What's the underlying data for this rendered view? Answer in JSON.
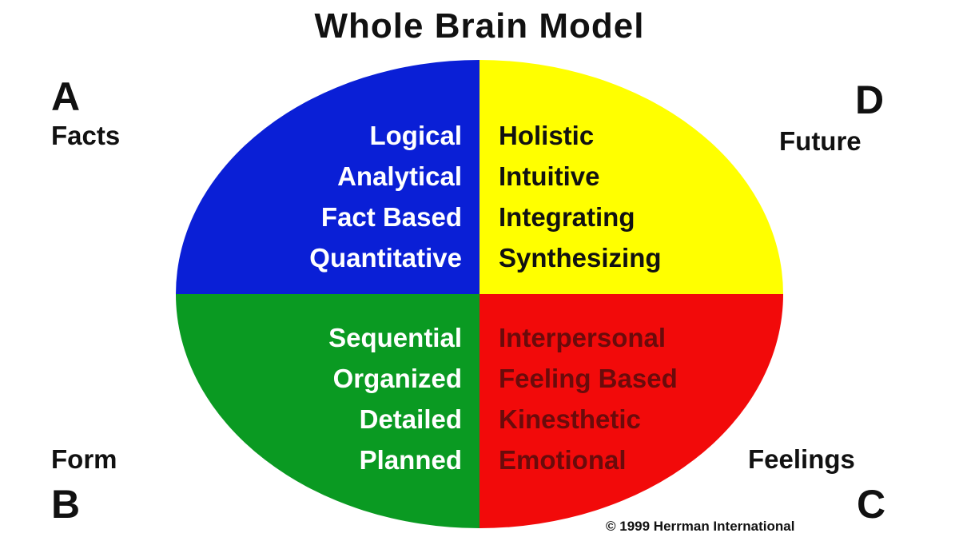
{
  "title": "Whole Brain Model",
  "quadrants": {
    "A": {
      "letter": "A",
      "label": "Facts",
      "color": "#0a1fd6",
      "text_color": "#ffffff",
      "traits": [
        "Logical",
        "Analytical",
        "Fact Based",
        "Quantitative"
      ]
    },
    "B": {
      "letter": "B",
      "label": "Form",
      "color": "#0a9a22",
      "text_color": "#ffffff",
      "traits": [
        "Sequential",
        "Organized",
        "Detailed",
        "Planned"
      ]
    },
    "C": {
      "letter": "C",
      "label": "Feelings",
      "color": "#f20a0a",
      "text_color": "#6a0b0b",
      "traits": [
        "Interpersonal",
        "Feeling Based",
        "Kinesthetic",
        "Emotional"
      ]
    },
    "D": {
      "letter": "D",
      "label": "Future",
      "color": "#ffff00",
      "text_color": "#111111",
      "traits": [
        "Holistic",
        "Intuitive",
        "Integrating",
        "Synthesizing"
      ]
    }
  },
  "copyright": "© 1999 Herrman International"
}
